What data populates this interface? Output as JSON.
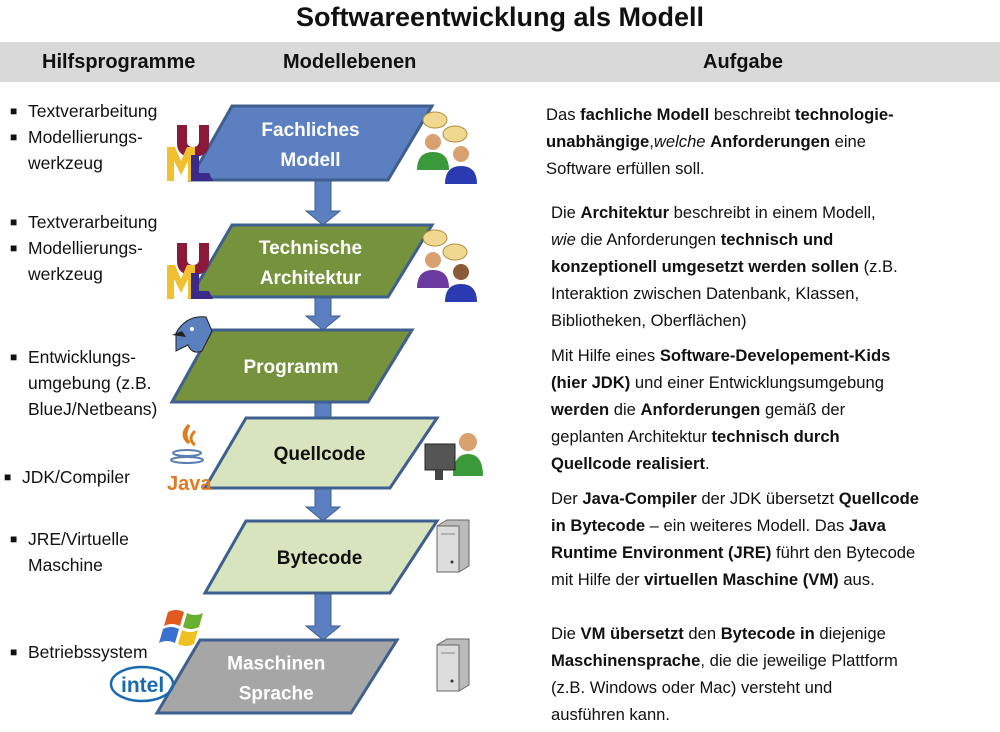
{
  "title": "Softwareentwicklung als Modell",
  "headers": {
    "tools": "Hilfsprogramme",
    "levels": "Modellebenen",
    "task": "Aufgabe"
  },
  "tools": [
    [
      "Textverarbeitung",
      "Modellierungs-|werkzeug"
    ],
    [
      "Textverarbeitung",
      "Modellierungs-|werkzeug"
    ],
    [
      "Entwicklungs-|umgebung (z.B.|BlueJ/Netbeans)"
    ],
    [
      "JDK/Compiler"
    ],
    [
      "JRE/Virtuelle|Maschine"
    ],
    [
      "Betriebssystem"
    ]
  ],
  "levels": [
    {
      "line1": "Fachliches",
      "line2": "Modell",
      "fill": "#5b7fc0",
      "text_color": "#ffffff"
    },
    {
      "line1": "Technische",
      "line2": "Architektur",
      "fill": "#76923c",
      "text_color": "#ffffff"
    },
    {
      "line1": "Programm",
      "line2": "",
      "fill": "#76923c",
      "text_color": "#ffffff"
    },
    {
      "line1": "Quellcode",
      "line2": "",
      "fill": "#d7e4bd",
      "text_color": "#111111"
    },
    {
      "line1": "Bytecode",
      "line2": "",
      "fill": "#d7e4bd",
      "text_color": "#111111"
    },
    {
      "line1": "Maschinen",
      "line2": "Sprache",
      "fill": "#a6a6a6",
      "text_color": "#ffffff"
    }
  ],
  "icons": [
    "uml-logo-icon",
    "people-talking-icon",
    "uml-logo-icon",
    "people-talking-icon",
    "bluej-bird-icon",
    "java-logo-icon",
    "developer-at-computer-icon",
    "server-tower-icon",
    "windows-logo-icon",
    "intel-logo-icon",
    "server-tower-icon"
  ],
  "logo_text": {
    "java": "Java",
    "intel": "intel"
  },
  "colors": {
    "arrow": "#5b7fc0",
    "outline": "#3f5f8f",
    "header_bar": "#d9d9d9"
  },
  "descriptions": [
    [
      [
        [
          "Das ",
          ""
        ],
        [
          "fachliche Modell",
          "b"
        ],
        [
          " beschreibt ",
          ""
        ],
        [
          "technologie-",
          "b"
        ]
      ],
      [
        [
          "unabhängige",
          "b"
        ],
        [
          ",",
          ""
        ],
        [
          "welche",
          "i"
        ],
        [
          " ",
          ""
        ],
        [
          "Anforderungen",
          "b"
        ],
        [
          " eine",
          ""
        ]
      ],
      [
        [
          "Software erfüllen soll.",
          ""
        ]
      ]
    ],
    [
      [
        [
          "Die ",
          ""
        ],
        [
          "Architektur",
          "b"
        ],
        [
          " beschreibt in einem Modell,",
          ""
        ]
      ],
      [
        [
          "wie",
          "i"
        ],
        [
          " die Anforderungen ",
          ""
        ],
        [
          "technisch und",
          "b"
        ]
      ],
      [
        [
          "konzeptionell umgesetzt werden sollen",
          "b"
        ],
        [
          " (z.B.",
          ""
        ]
      ],
      [
        [
          "Interaktion zwischen Datenbank, Klassen,",
          ""
        ]
      ],
      [
        [
          "Bibliotheken, Oberflächen)",
          ""
        ]
      ]
    ],
    [
      [
        [
          "Mit Hilfe eines ",
          ""
        ],
        [
          "Software-Developement-Kids",
          "b"
        ]
      ],
      [
        [
          "(hier JDK)",
          "b"
        ],
        [
          " und einer Entwicklungsumgebung",
          ""
        ]
      ],
      [
        [
          "werden",
          "b"
        ],
        [
          " die ",
          ""
        ],
        [
          "Anforderungen",
          "b"
        ],
        [
          " gemäß der",
          ""
        ]
      ],
      [
        [
          "geplanten Architektur ",
          ""
        ],
        [
          "technisch durch",
          "b"
        ]
      ],
      [
        [
          "Quellcode realisiert",
          "b"
        ],
        [
          ".",
          ""
        ]
      ]
    ],
    [
      [
        [
          "Der ",
          ""
        ],
        [
          "Java-Compiler",
          "b"
        ],
        [
          " der JDK übersetzt ",
          ""
        ],
        [
          "Quellcode",
          "b"
        ]
      ],
      [
        [
          "in Bytecode",
          "b"
        ],
        [
          " – ein weiteres Modell.  Das ",
          ""
        ],
        [
          "Java",
          "b"
        ]
      ],
      [
        [
          "Runtime Environment (JRE)",
          "b"
        ],
        [
          " führt den Bytecode",
          ""
        ]
      ],
      [
        [
          "mit Hilfe der ",
          ""
        ],
        [
          "virtuellen Maschine (VM)",
          "b"
        ],
        [
          " aus.",
          ""
        ]
      ]
    ],
    [
      [
        [
          "Die ",
          ""
        ],
        [
          "VM übersetzt",
          "b"
        ],
        [
          " den ",
          ""
        ],
        [
          "Bytecode in",
          "b"
        ],
        [
          " diejenige",
          ""
        ]
      ],
      [
        [
          "Maschinensprache",
          "b"
        ],
        [
          ", die die jeweilige Plattform",
          ""
        ]
      ],
      [
        [
          "(z.B. Windows oder Mac) versteht und",
          ""
        ]
      ],
      [
        [
          "ausführen kann.",
          ""
        ]
      ]
    ]
  ]
}
